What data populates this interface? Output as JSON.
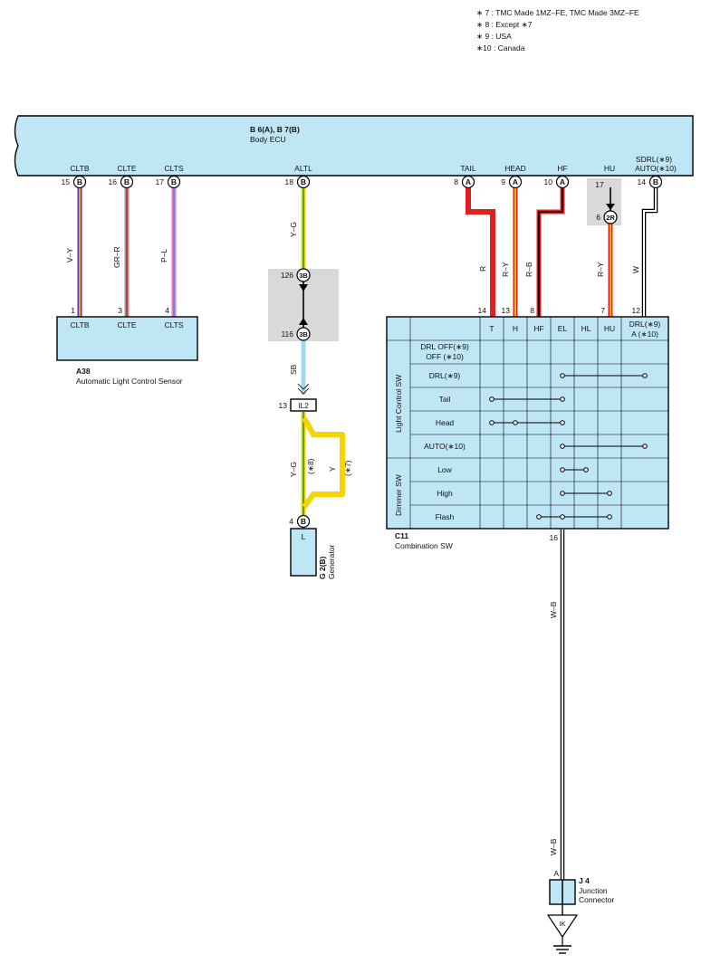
{
  "notes": [
    "∗ 7 : TMC Made 1MZ–FE,  TMC Made 3MZ–FE",
    "∗ 8 : Except ∗7",
    "∗ 9 : USA",
    "∗10 : Canada"
  ],
  "ecu": {
    "title": "B 6(A), B 7(B)",
    "name": "Body ECU",
    "terminals": [
      {
        "label": "CLTB",
        "pin": "15",
        "conn": "B"
      },
      {
        "label": "CLTE",
        "pin": "16",
        "conn": "B"
      },
      {
        "label": "CLTS",
        "pin": "17",
        "conn": "B"
      },
      {
        "label": "ALTL",
        "pin": "18",
        "conn": "B"
      },
      {
        "label": "TAIL",
        "pin": "8",
        "conn": "A"
      },
      {
        "label": "HEAD",
        "pin": "9",
        "conn": "A"
      },
      {
        "label": "HF",
        "pin": "10",
        "conn": "A"
      },
      {
        "label": "HU",
        "pin": "14",
        "conn": "B"
      }
    ],
    "sdrl_line1": "SDRL(∗9)",
    "sdrl_line2": "AUTO(∗10)"
  },
  "sensor": {
    "code": "A38",
    "name": "Automatic Light Control Sensor",
    "pins": [
      {
        "label": "CLTB",
        "pin": "1"
      },
      {
        "label": "CLTE",
        "pin": "3"
      },
      {
        "label": "CLTS",
        "pin": "4"
      }
    ]
  },
  "wires": {
    "vy": "V–Y",
    "grr": "GR–R",
    "pl": "P–L",
    "yg_top": "Y–G",
    "sb": "SB",
    "yg_bottom": "Y–G",
    "y": "Y",
    "r": "R",
    "ry_head": "R–Y",
    "rb": "R–B",
    "ry_hu": "R–Y",
    "w": "W",
    "wb_top": "W–B",
    "wb_bottom": "W–B",
    "colors": {
      "violet": "#6a2bb0",
      "yellow": "#f5d400",
      "gray": "#9a9a9a",
      "red": "#e02020",
      "pink": "#e878b8",
      "blue": "#4f8ee8",
      "green": "#2e9e3a",
      "skyblue": "#9ed8f2",
      "black": "#000000",
      "white": "#ffffff"
    }
  },
  "inline": {
    "c126": "3B",
    "c126_pin": "126",
    "c116": "3B",
    "c116_pin": "116",
    "il2": "IL2",
    "il2_pin": "13",
    "r2": "2R",
    "r2_pin_top": "17",
    "r2_pin_bottom": "6",
    "note8": "(∗8)",
    "note7": "(∗7)"
  },
  "generator": {
    "code": "G 2(B)",
    "name": "Generator",
    "pin": "4",
    "conn": "B",
    "terminal": "L"
  },
  "combo": {
    "code": "C11",
    "name": "Combination SW",
    "top_pins": [
      "14",
      "13",
      "8",
      "7",
      "12"
    ],
    "bottom_pin": "16",
    "columns": [
      "T",
      "H",
      "HF",
      "EL",
      "HL",
      "HU"
    ],
    "drl_col_line1": "DRL(∗9)",
    "drl_col_line2": "A  (∗10)",
    "group_light": "Light Control SW",
    "group_dimmer": "Dimmer SW",
    "rows": [
      {
        "label1": "DRL OFF(∗9)",
        "label2": "OFF  (∗10)"
      },
      {
        "label1": "DRL(∗9)",
        "label2": ""
      },
      {
        "label1": "Tail",
        "label2": ""
      },
      {
        "label1": "Head",
        "label2": ""
      },
      {
        "label1": "AUTO(∗10)",
        "label2": ""
      },
      {
        "label1": "Low",
        "label2": ""
      },
      {
        "label1": "High",
        "label2": ""
      },
      {
        "label1": "Flash",
        "label2": ""
      }
    ],
    "connections": [
      {
        "row": 1,
        "from": "EL",
        "to": "A"
      },
      {
        "row": 2,
        "from": "T",
        "to": "EL"
      },
      {
        "row": 3,
        "from": "T",
        "to": "EL",
        "mid": "H"
      },
      {
        "row": 4,
        "from": "EL",
        "to": "A"
      },
      {
        "row": 5,
        "from": "EL",
        "to": "HL"
      },
      {
        "row": 6,
        "from": "EL",
        "to": "HU"
      },
      {
        "row": 7,
        "from": "HF",
        "to": "HU",
        "mid": "EL"
      }
    ]
  },
  "junction": {
    "code": "J 4",
    "name1": "Junction",
    "name2": "Connector",
    "pin": "A",
    "ground": "IK"
  }
}
